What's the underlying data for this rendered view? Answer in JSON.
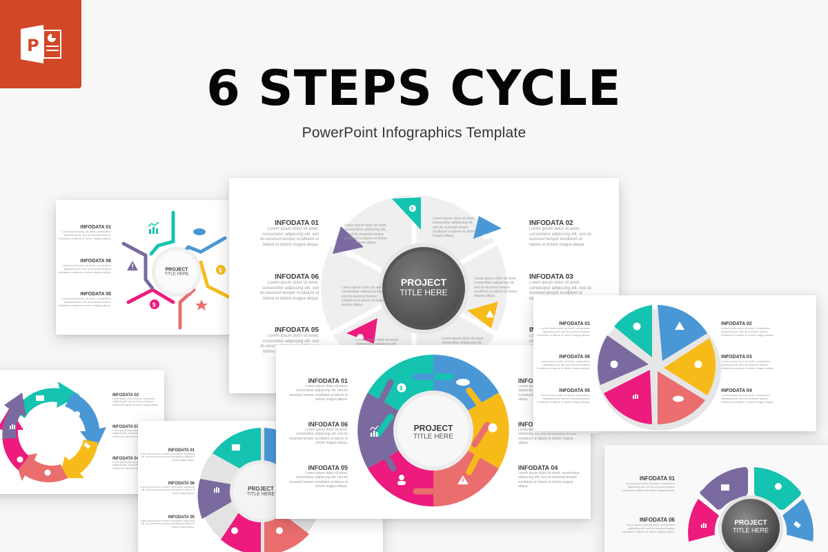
{
  "header": {
    "app_badge": "P",
    "app_icon": "powerpoint-icon",
    "title": "6 STEPS CYCLE",
    "subtitle": "PowerPoint Infographics Template"
  },
  "colors": {
    "powerpoint_brand": "#d24726",
    "teal": "#14c3b0",
    "blue": "#4a97d6",
    "yellow": "#f7bb19",
    "coral": "#ea6e6e",
    "magenta": "#ec1b7d",
    "purple": "#7a6aa0",
    "dark_center": "#5e5e5e",
    "background": "#f7f7f8"
  },
  "lorem": {
    "full": "Lorem ipsum dolor sit amet, consectetur adipiscing elit, sed do eiusmod tempor incididunt ut labore et dolore magna aliqua.",
    "segment": "Lorem ipsum dolor sit amet, consectetur adipiscing elit, sed do eiusmod tempor incididunt ut labore et dolore magna aliqua."
  },
  "center": {
    "line1": "PROJECT",
    "line2": "TITLE HERE"
  },
  "slides": {
    "radial_lines": {
      "labels": [
        "INFODATA 01",
        "INFODATA 06",
        "INFODATA 05"
      ],
      "icons": [
        "chart-icon",
        "handshake-icon",
        "money-bag-icon",
        "star-icon",
        "gear-dollar-icon",
        "warning-icon"
      ]
    },
    "wheel_gray": {
      "labels_left": [
        "INFODATA 01",
        "INFODATA 06",
        "INFODATA 05"
      ],
      "labels_right": [
        "INFODATA 02",
        "INFODATA 03",
        "IN"
      ],
      "icons": [
        "money-bag-icon",
        "handshake-icon",
        "warning-icon",
        "pie-chart-icon",
        "tag-icon"
      ]
    },
    "star_pie": {
      "labels_left": [
        "INFODATA 01",
        "INFODATA 06",
        "INFODATA 05"
      ],
      "labels_right": [
        "INFODATA 02",
        "INFODATA 03",
        "INFODATA 04"
      ],
      "icons": [
        "money-bag-icon",
        "warning-icon",
        "gear-icon",
        "handshake-icon",
        "chart-icon",
        "pie-chart-icon"
      ]
    },
    "puzzle_ring": {
      "labels_left": [
        "INFODATA 01",
        "INFODATA 06",
        "INFODATA 05"
      ],
      "labels_right": [
        "INFODATA 02",
        "INFODATA 03",
        "INFODATA 04"
      ],
      "icons": [
        "money-bag-icon",
        "handshake-icon",
        "pie-chart-icon",
        "warning-icon",
        "user-icon",
        "chart-icon"
      ]
    },
    "arrow_cycle": {
      "labels": [
        "INFODATA 02",
        "INFODATA 03",
        "INFODATA 04"
      ],
      "icons": [
        "briefcase-icon",
        "gear-icon",
        "tag-icon",
        "pie-chart-icon",
        "money-bag-icon",
        "chart-icon"
      ]
    },
    "gear_wheel": {
      "labels_left": [
        "INFODATA 01",
        "INFODATA 06",
        "INFODATA 05"
      ],
      "icons": [
        "briefcase-icon",
        "chart-icon",
        "money-bag-icon",
        "pie-chart-icon"
      ]
    },
    "rounded_wheel": {
      "labels_left": [
        "INFODATA 01",
        "INFODATA 06"
      ],
      "icons": [
        "briefcase-icon",
        "gear-icon",
        "tag-icon",
        "chart-icon"
      ]
    },
    "overlay_labels": {
      "labels": [
        "INFODATA 06",
        "INFODATA 05"
      ]
    }
  }
}
